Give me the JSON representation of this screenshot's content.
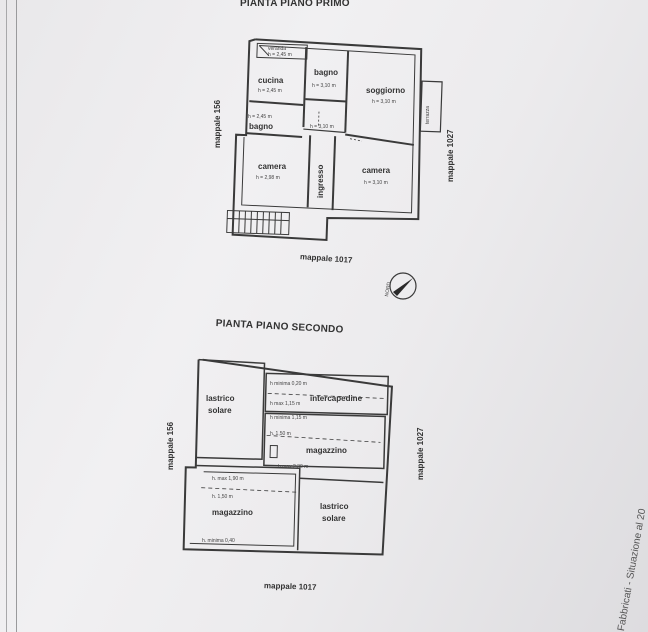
{
  "plan1": {
    "title": "PIANTA PIANO PRIMO",
    "rooms": {
      "veranda": "veranda",
      "veranda_h": "h = 2,45 m",
      "cucina": "cucina",
      "cucina_h": "h = 2,45 m",
      "bagno1": "bagno",
      "bagno1_h": "h = 3,10 m",
      "soggiorno": "soggiorno",
      "soggiorno_h": "h = 3,10 m",
      "bagno2": "bagno",
      "bagno2_h": "h = 2,45 m",
      "disimpegno_h": "h = 3,10 m",
      "camera1": "camera",
      "camera1_h": "h = 2,98 m",
      "ingresso": "ingresso",
      "camera2": "camera",
      "camera2_h": "h = 3,10 m",
      "terrazza": "terrazza"
    },
    "mappale_left": "mappale 156",
    "mappale_right": "mappale 1027",
    "mappale_bottom": "mappale 1017",
    "north": "NORD"
  },
  "plan2": {
    "title": "PIANTA PIANO SECONDO",
    "rooms": {
      "lastrico1": "lastrico",
      "lastrico1b": "solare",
      "h_minima_1": "h minima 0,20 m",
      "intercapedine": "intercapedine",
      "h_max_1": "h max 1,15 m",
      "h_minima_2": "h minima 1,15 m",
      "h_150_1": "h. 1,50 m",
      "magazzino1": "magazzino",
      "h_max_2": "h max 2,30 m",
      "h_max_3": "h. max 1,90 m",
      "h_150_2": "h. 1,50 m",
      "magazzino2": "magazzino",
      "h_minima_3": "h. minima 0,40",
      "lastrico2": "lastrico",
      "lastrico2b": "solare"
    },
    "mappale_left": "mappale 156",
    "mappale_right": "mappale 1027",
    "mappale_bottom": "mappale 1017"
  },
  "margin_text": "Fabbricati - Situazione al 20"
}
